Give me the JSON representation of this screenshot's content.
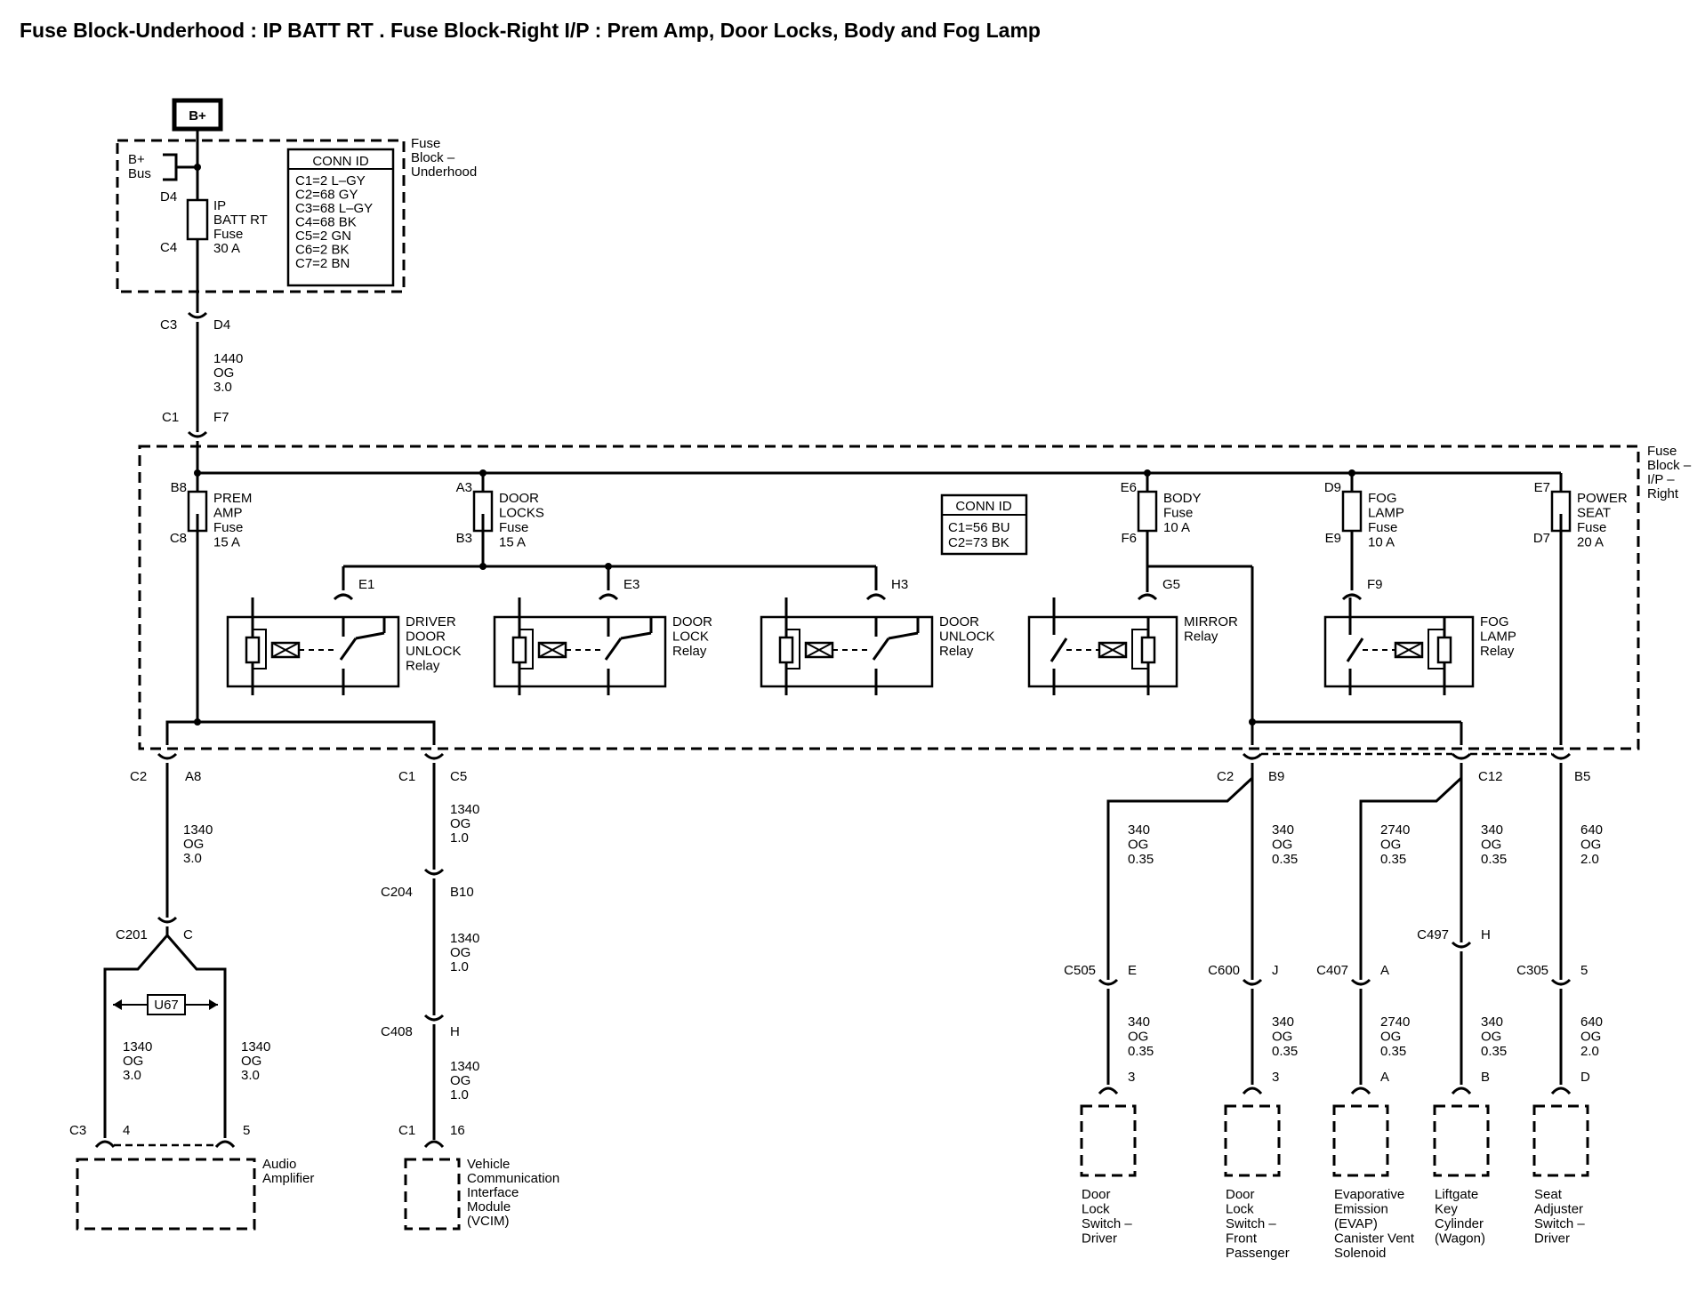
{
  "title": "Fuse Block-Underhood : IP BATT RT . Fuse Block-Right I/P : Prem Amp, Door Locks, Body and Fog Lamp",
  "bplus": "B+",
  "underhood": {
    "label": [
      "Fuse",
      "Block –",
      "Underhood"
    ],
    "bus": [
      "B+",
      "Bus"
    ],
    "d4": "D4",
    "c4": "C4",
    "fuse": [
      "IP",
      "BATT RT",
      "Fuse",
      "30 A"
    ],
    "conn_title": "CONN ID",
    "conn": [
      "C1=2 L–GY",
      "C2=68 GY",
      "C3=68 L–GY",
      "C4=68 BK",
      "C5=2 GN",
      "C6=2 BK",
      "C7=2 BN"
    ]
  },
  "feed": {
    "c3": "C3",
    "d4": "D4",
    "wire": [
      "1440",
      "OG",
      "3.0"
    ],
    "c1": "C1",
    "f7": "F7"
  },
  "rightblock": {
    "label": [
      "Fuse",
      "Block –",
      "I/P –",
      "Right"
    ],
    "conn_title": "CONN ID",
    "conn": [
      "C1=56 BU",
      "C2=73 BK"
    ],
    "fuses": [
      {
        "top": "B8",
        "bot": "C8",
        "label": [
          "PREM",
          "AMP",
          "Fuse",
          "15 A"
        ]
      },
      {
        "top": "A3",
        "bot": "B3",
        "label": [
          "DOOR",
          "LOCKS",
          "Fuse",
          "15 A"
        ]
      },
      {
        "top": "E6",
        "bot": "F6",
        "label": [
          "BODY",
          "Fuse",
          "10 A"
        ]
      },
      {
        "top": "D9",
        "bot": "E9",
        "label": [
          "FOG",
          "LAMP",
          "Fuse",
          "10 A"
        ]
      },
      {
        "top": "E7",
        "bot": "D7",
        "label": [
          "POWER",
          "SEAT",
          "Fuse",
          "20 A"
        ]
      }
    ],
    "relays": [
      {
        "pin": "E1",
        "label": [
          "DRIVER",
          "DOOR",
          "UNLOCK",
          "Relay"
        ]
      },
      {
        "pin": "E3",
        "label": [
          "DOOR",
          "LOCK",
          "Relay"
        ]
      },
      {
        "pin": "H3",
        "label": [
          "DOOR",
          "UNLOCK",
          "Relay"
        ]
      },
      {
        "pin": "G5",
        "label": [
          "MIRROR",
          "Relay"
        ]
      },
      {
        "pin": "F9",
        "label": [
          "FOG",
          "LAMP",
          "Relay"
        ]
      }
    ]
  },
  "outputs": {
    "a8": {
      "c": "C2",
      "p": "A8"
    },
    "c5": {
      "c": "C1",
      "p": "C5"
    },
    "b9": {
      "c": "C2",
      "p": "B9"
    },
    "c12": {
      "p": "C12"
    },
    "b5": {
      "p": "B5"
    }
  },
  "amp": {
    "wire1": [
      "1340",
      "OG",
      "3.0"
    ],
    "c201": "C201",
    "c": "C",
    "u67": "U67",
    "wire_l": [
      "1340",
      "OG",
      "3.0"
    ],
    "wire_r": [
      "1340",
      "OG",
      "3.0"
    ],
    "c3": "C3",
    "p4": "4",
    "p5": "5",
    "label": [
      "Audio",
      "Amplifier"
    ]
  },
  "vcim": {
    "wire1": [
      "1340",
      "OG",
      "1.0"
    ],
    "c204": "C204",
    "b10": "B10",
    "wire2": [
      "1340",
      "OG",
      "1.0"
    ],
    "c408": "C408",
    "h": "H",
    "wire3": [
      "1340",
      "OG",
      "1.0"
    ],
    "c1": "C1",
    "p16": "16",
    "label": [
      "Vehicle",
      "Communication",
      "Interface",
      "Module",
      "(VCIM)"
    ]
  },
  "branches": [
    {
      "wire1": [
        "340",
        "OG",
        "0.35"
      ],
      "conn": "C505",
      "pin": "E",
      "wire2": [
        "340",
        "OG",
        "0.35"
      ],
      "cpin": "3",
      "label": [
        "Door",
        "Lock",
        "Switch –",
        "Driver"
      ]
    },
    {
      "wire1": [
        "340",
        "OG",
        "0.35"
      ],
      "conn": "C600",
      "pin": "J",
      "wire2": [
        "340",
        "OG",
        "0.35"
      ],
      "cpin": "3",
      "label": [
        "Door",
        "Lock",
        "Switch –",
        "Front",
        "Passenger"
      ]
    },
    {
      "wire1": [
        "2740",
        "OG",
        "0.35"
      ],
      "conn": "C407",
      "pin": "A",
      "wire2": [
        "2740",
        "OG",
        "0.35"
      ],
      "cpin": "A",
      "label": [
        "Evaporative",
        "Emission",
        "(EVAP)",
        "Canister Vent",
        "Solenoid"
      ]
    },
    {
      "wire1": [
        "340",
        "OG",
        "0.35"
      ],
      "conn": "C497",
      "pin": "H",
      "wire2": [
        "340",
        "OG",
        "0.35"
      ],
      "cpin": "B",
      "label": [
        "Liftgate",
        "Key",
        "Cylinder",
        "(Wagon)"
      ]
    },
    {
      "wire1": [
        "640",
        "OG",
        "2.0"
      ],
      "conn": "C305",
      "pin": "5",
      "wire2": [
        "640",
        "OG",
        "2.0"
      ],
      "cpin": "D",
      "label": [
        "Seat",
        "Adjuster",
        "Switch –",
        "Driver"
      ]
    }
  ]
}
